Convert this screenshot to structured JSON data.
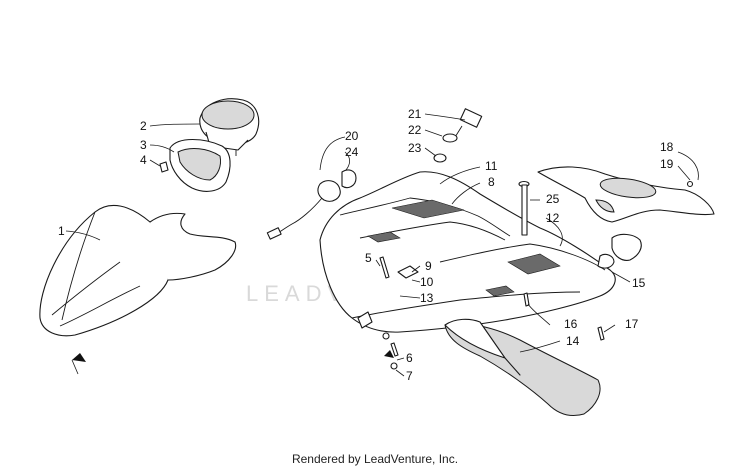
{
  "watermark": "LEADVENTURE",
  "footer": {
    "text": "Rendered by LeadVenture, Inc."
  },
  "callouts": {
    "c1": "1",
    "c2": "2",
    "c3": "3",
    "c4": "4",
    "c5": "5",
    "c6": "6",
    "c7": "7",
    "c8": "8",
    "c9": "9",
    "c10": "10",
    "c11": "11",
    "c12": "12",
    "c13": "13",
    "c14": "14",
    "c15": "15",
    "c16": "16",
    "c17": "17",
    "c18": "18",
    "c19": "19",
    "c20": "20",
    "c21": "21",
    "c22": "22",
    "c23": "23",
    "c24": "24",
    "c25": "25"
  }
}
